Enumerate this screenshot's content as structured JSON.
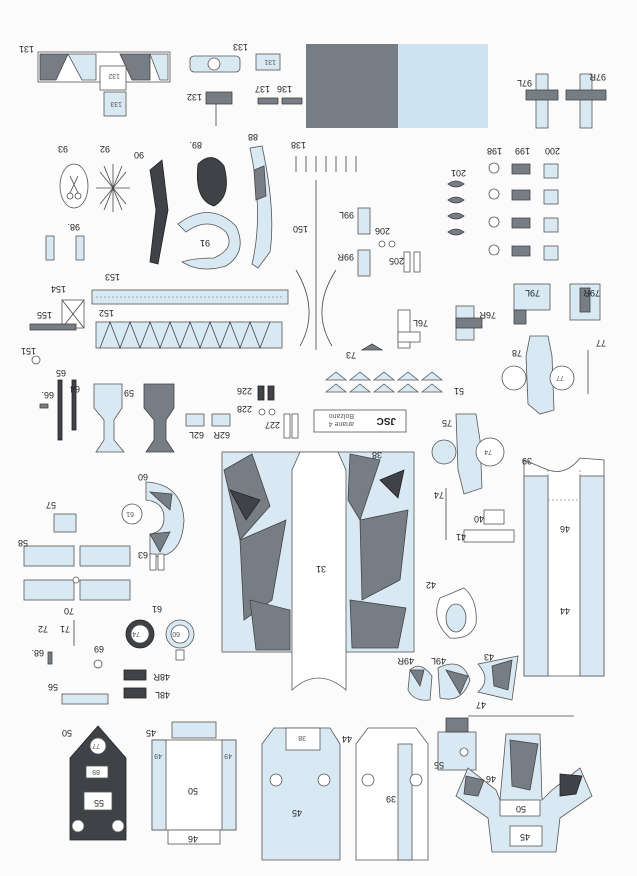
{
  "labels": {
    "p131a": "131",
    "p131b": "131",
    "p132a": "132",
    "p133a": "133",
    "p133b": "133",
    "p132b": "132",
    "p137": "137",
    "p136": "136",
    "p97L": "97L",
    "p97R": "97R",
    "p93": "93",
    "p92": "92",
    "p90": "90",
    "p89": "89.",
    "p88": "88",
    "p138": "138",
    "p198": "198",
    "p199": "199",
    "p200": "200",
    "p201": "201",
    "p98": "98.",
    "p91": "91",
    "p150": "150",
    "p99L": "99L",
    "p99R": "99R",
    "p206": "206",
    "p205": "205",
    "p153": "153",
    "p154": "154",
    "p155": "155",
    "p152": "152",
    "p79L": "79L",
    "p79R": "79R",
    "p76R": "76R",
    "p76L": "76L",
    "p73": "73",
    "p77a": "77",
    "p77b": "77",
    "p78": "78",
    "p151": "151",
    "p65": "65",
    "p66": "66.",
    "p64": "64",
    "p59": "59",
    "p226": "226",
    "p228": "228",
    "p227": "227",
    "p62L": "62L",
    "p62R": "62R",
    "p51": "51",
    "p75": "75",
    "p74a": "74",
    "p74b": "74",
    "p38a": "38",
    "p39": "39",
    "p60": "60",
    "p61a": "61",
    "p57": "57",
    "p58": "58",
    "p63": "63",
    "p31": "31",
    "p40": "40",
    "p41": "41",
    "p42": "42",
    "p44a": "44",
    "p46a": "46",
    "p70": "70",
    "p71": "71",
    "p72": "72",
    "p61b": "61",
    "p60b": "60",
    "p68": "68.",
    "p69": "69",
    "p48R": "48R",
    "p48L": "48L",
    "p49R": "49R",
    "p49L": "49L",
    "p43": "43",
    "p56": "56",
    "p47": "47",
    "p50a": "50",
    "p45a": "45",
    "p44b": "44",
    "p55": "55",
    "p46b": "46",
    "p38b": "38",
    "p45b": "45",
    "p39b": "39",
    "p50b": "50",
    "p46c": "46",
    "p49a": "49",
    "p49b": "49",
    "p77c": "77",
    "p89b": "89"
  },
  "plate": {
    "line1": "JSC",
    "line2": "Bolzano",
    "line3": "ariane 4"
  },
  "colors": {
    "paper": "#fbfbfb",
    "camo_light": "#d8e9f3",
    "camo_grey": "#777d84",
    "camo_dark": "#3f4247",
    "ink": "#222222"
  },
  "icons": [
    "scissors-icon",
    "arrow-icon"
  ]
}
